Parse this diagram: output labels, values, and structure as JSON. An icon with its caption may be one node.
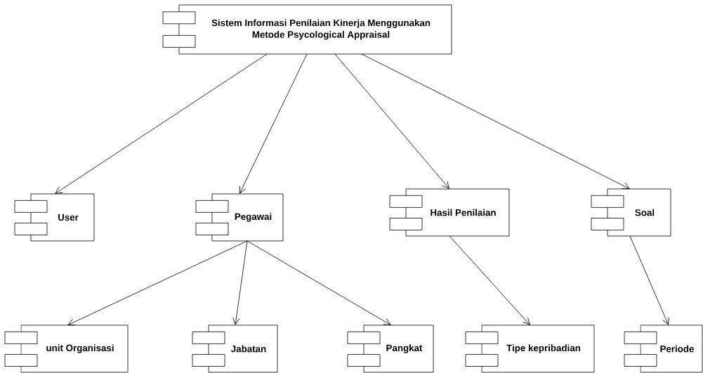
{
  "diagram": {
    "nodes": [
      {
        "text": [
          "Sistem Informasi Penilaian Kinerja Menggunakan Metode Psycological Appraisal"
        ]
      },
      {
        "text": [
          "User"
        ]
      },
      {
        "text": [
          "Pegawai"
        ]
      },
      {
        "text": [
          "Hasil Penilaian"
        ]
      },
      {
        "text": [
          "Soal"
        ]
      },
      {
        "text": [
          "unit Organisasi"
        ]
      },
      {
        "text": [
          "Jabatan"
        ]
      },
      {
        "text": [
          "Pangkat"
        ]
      },
      {
        "text": [
          "Tipe kepribadian"
        ]
      },
      {
        "text": [
          "Periode"
        ]
      }
    ],
    "edges": [
      {
        "from": 0,
        "to": 1,
        "arrow": "to"
      },
      {
        "from": 0,
        "to": 2,
        "arrow": "to"
      },
      {
        "from": 0,
        "to": 3,
        "arrow": "to"
      },
      {
        "from": 0,
        "to": 4,
        "arrow": "to"
      },
      {
        "from": 2,
        "to": 5,
        "arrow": "to"
      },
      {
        "from": 2,
        "to": 6,
        "arrow": "to"
      },
      {
        "from": 2,
        "to": 7,
        "arrow": "to"
      },
      {
        "from": 3,
        "to": 8,
        "arrow": "to"
      },
      {
        "from": 4,
        "to": 9,
        "arrow": "to"
      }
    ]
  }
}
